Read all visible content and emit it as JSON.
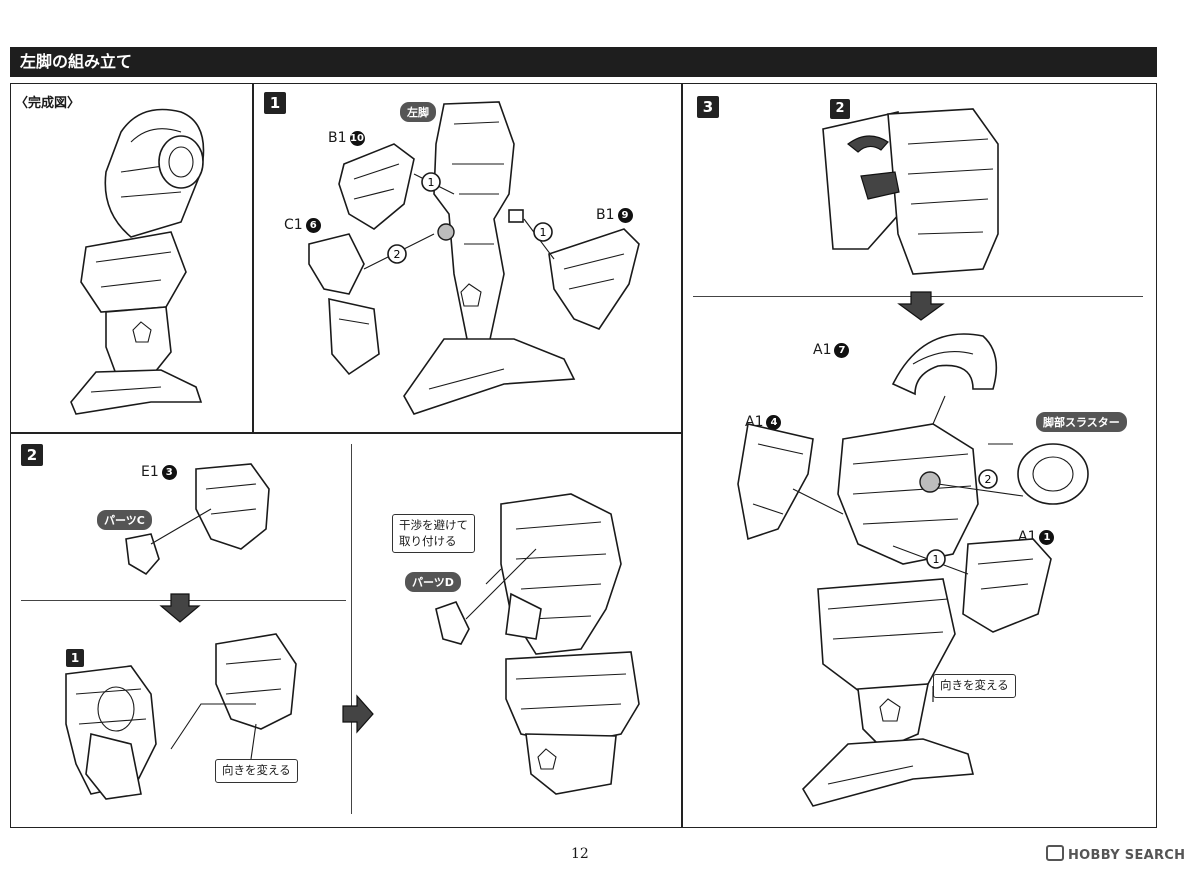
{
  "header": {
    "title": "左脚の組み立て"
  },
  "panels": {
    "complete": {
      "title": "〈完成図〉"
    },
    "p1": {
      "step": "1",
      "tag_left_leg": "左脚",
      "parts": [
        {
          "code": "B1",
          "num": "10"
        },
        {
          "code": "C1",
          "num": "6"
        },
        {
          "code": "B1",
          "num": "9"
        }
      ],
      "order_marks": [
        "1",
        "2",
        "1"
      ]
    },
    "p2": {
      "step": "2",
      "part_e": {
        "code": "E1",
        "num": "3"
      },
      "tag_parts_c": "パーツC",
      "sub_step": "1",
      "note_turn": "向きを変える",
      "note_avoid_line1": "干渉を避けて",
      "note_avoid_line2": "取り付ける",
      "tag_parts_d": "パーツD"
    },
    "p3": {
      "step": "3",
      "sub_step": "2",
      "parts": [
        {
          "code": "A1",
          "num": "7"
        },
        {
          "code": "A1",
          "num": "4"
        },
        {
          "code": "A1",
          "num": "1"
        }
      ],
      "tag_thruster": "脚部スラスター",
      "order_marks": [
        "2",
        "1"
      ],
      "note_turn": "向きを変える"
    }
  },
  "footer": {
    "page": "12",
    "logo": "HOBBY SEARCH"
  }
}
